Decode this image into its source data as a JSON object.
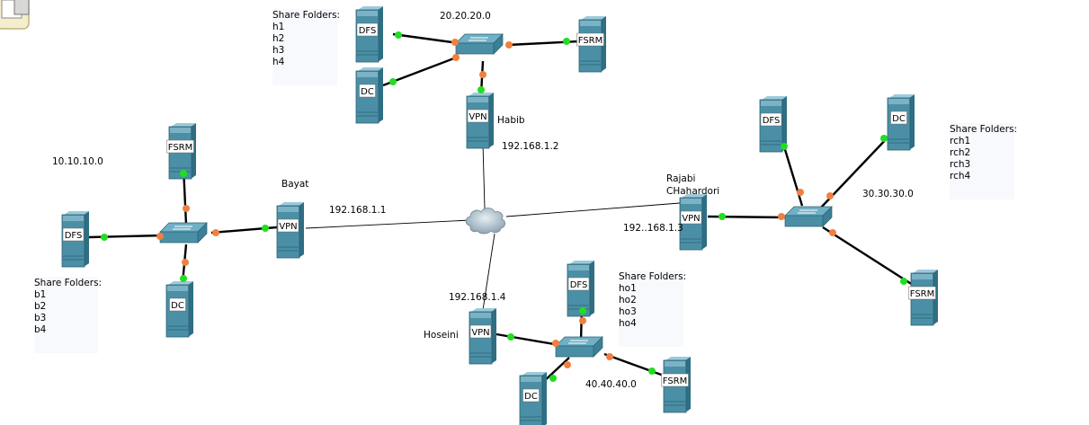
{
  "colors": {
    "server_body": "#4b8fa6",
    "server_dark": "#2f6e83",
    "server_light": "#9ccadb",
    "switch_top": "#6fb0c6",
    "switch_side": "#3d7f95",
    "port_up": "#22dd22",
    "port_amber": "#f08040",
    "link": "#000000",
    "note_bg": "#f8f9fd"
  },
  "icons": {
    "server": "server-tower-icon",
    "switch": "switch-icon",
    "cloud": "wan-cloud-icon",
    "corner": "workspace-icon"
  },
  "devices": [
    {
      "id": "top-dfs",
      "kind": "server",
      "label": "DFS"
    },
    {
      "id": "top-dc",
      "kind": "server",
      "label": "DC"
    },
    {
      "id": "top-fsrm",
      "kind": "server",
      "label": "FSRM"
    },
    {
      "id": "top-vpn",
      "kind": "server",
      "label": "VPN"
    },
    {
      "id": "left-fsrm",
      "kind": "server",
      "label": "FSRM"
    },
    {
      "id": "left-dfs",
      "kind": "server",
      "label": "DFS"
    },
    {
      "id": "left-dc",
      "kind": "server",
      "label": "DC"
    },
    {
      "id": "left-vpn",
      "kind": "server",
      "label": "VPN"
    },
    {
      "id": "right-dfs",
      "kind": "server",
      "label": "DFS"
    },
    {
      "id": "right-dc",
      "kind": "server",
      "label": "DC"
    },
    {
      "id": "right-fsrm",
      "kind": "server",
      "label": "FSRM"
    },
    {
      "id": "right-vpn",
      "kind": "server",
      "label": "VPN"
    },
    {
      "id": "bot-dfs",
      "kind": "server",
      "label": "DFS"
    },
    {
      "id": "bot-dc",
      "kind": "server",
      "label": "DC"
    },
    {
      "id": "bot-fsrm",
      "kind": "server",
      "label": "FSRM"
    },
    {
      "id": "bot-vpn",
      "kind": "server",
      "label": "VPN"
    },
    {
      "id": "top-switch",
      "kind": "switch",
      "label": ""
    },
    {
      "id": "left-switch",
      "kind": "switch",
      "label": ""
    },
    {
      "id": "right-switch",
      "kind": "switch",
      "label": ""
    },
    {
      "id": "bot-switch",
      "kind": "switch",
      "label": ""
    },
    {
      "id": "cloud",
      "kind": "cloud",
      "label": ""
    }
  ],
  "labels": {
    "top_net": "20.20.20.0",
    "top_site": "Habib",
    "top_ip": "192.168.1.2",
    "left_net": "10.10.10.0",
    "left_site": "Bayat",
    "left_ip": "192.168.1.1",
    "right_site_1": "Rajabi",
    "right_site_2": "CHahardori",
    "right_ip": "192..168.1.3",
    "right_net": "30.30.30.0",
    "bot_ip": "192.168.1.4",
    "bot_site": "Hoseini",
    "bot_net": "40.40.40.0"
  },
  "notes": {
    "top": {
      "title": "Share Folders:",
      "items": [
        "h1",
        "h2",
        "h3",
        "h4"
      ]
    },
    "left": {
      "title": "Share Folders:",
      "items": [
        "b1",
        "b2",
        "b3",
        "b4"
      ]
    },
    "right": {
      "title": "Share Folders:",
      "items": [
        "rch1",
        "rch2",
        "rch3",
        "rch4"
      ]
    },
    "bottom": {
      "title": "Share Folders:",
      "items": [
        "ho1",
        "ho2",
        "ho3",
        "ho4"
      ]
    }
  }
}
